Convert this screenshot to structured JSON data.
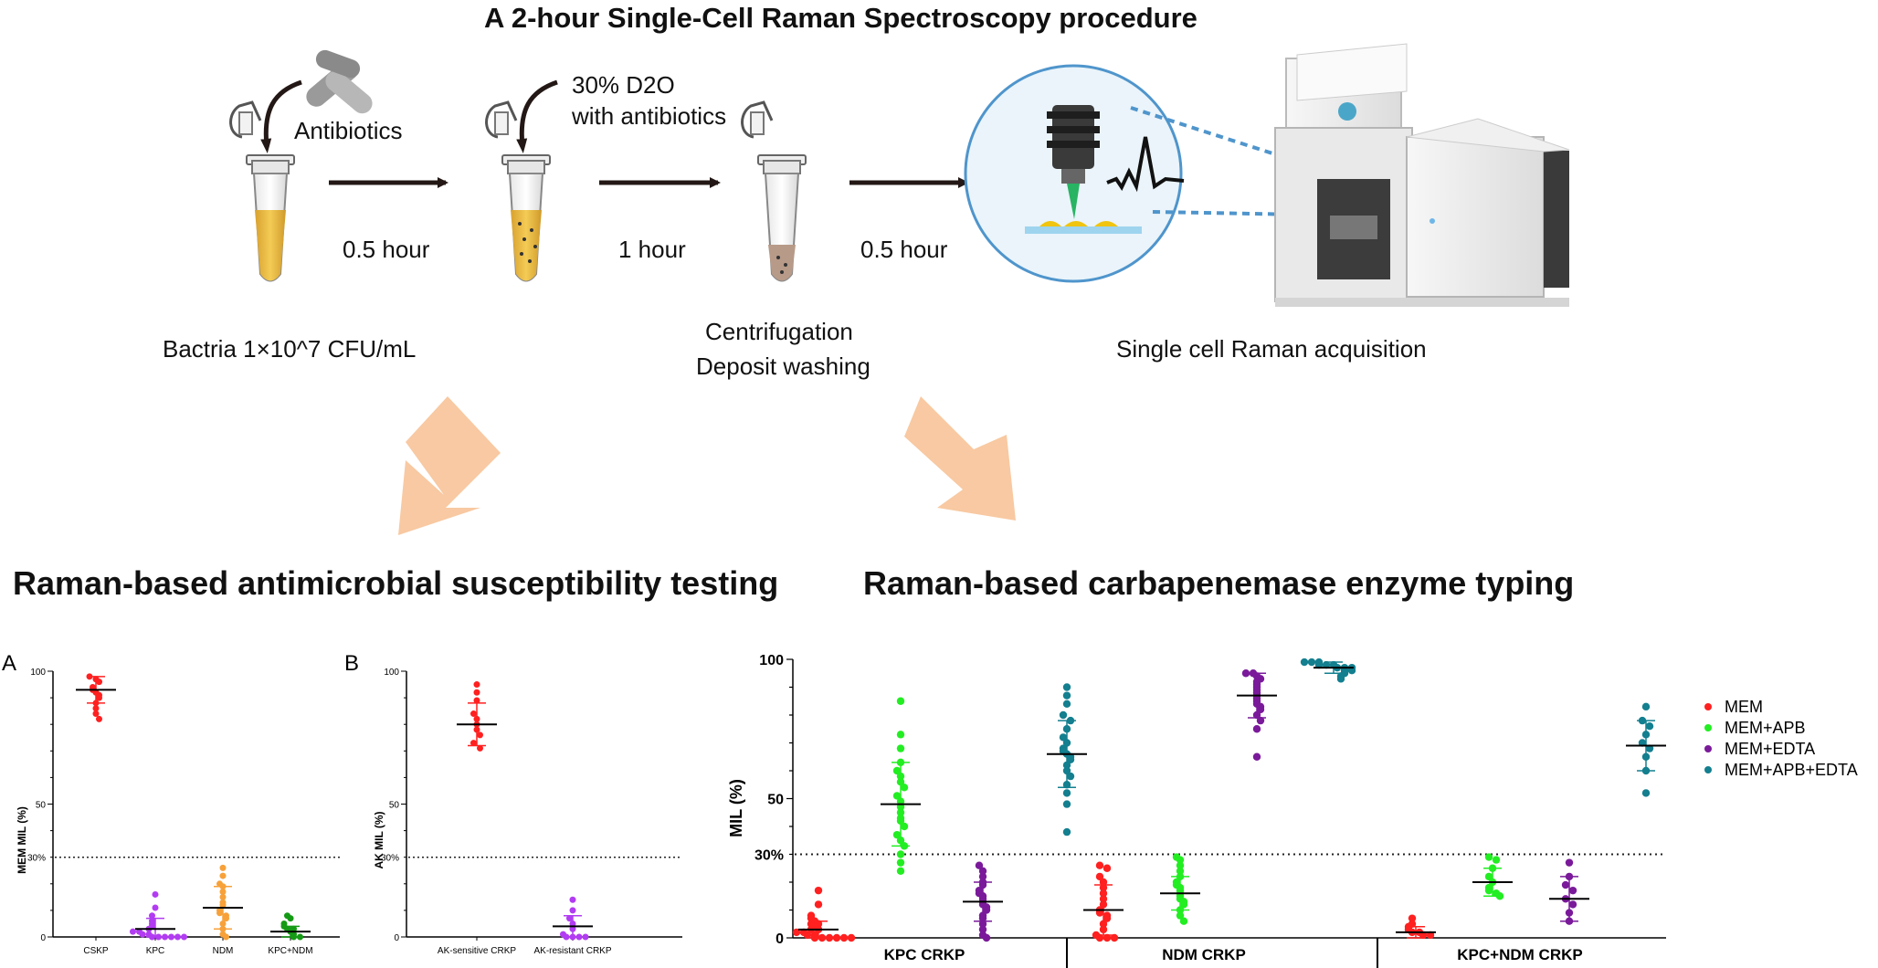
{
  "procedure": {
    "title": "A 2-hour Single-Cell Raman Spectroscopy procedure",
    "step1_reagent": "Antibiotics",
    "step2_reagent": [
      "30% D2O",
      "with antibiotics"
    ],
    "durations": [
      "0.5 hour",
      "1 hour",
      "0.5 hour"
    ],
    "sample_label": "Bactria 1×10^7 CFU/mL",
    "centrifuge_label": [
      "Centrifugation",
      "Deposit washing"
    ],
    "acquisition_label": "Single cell Raman acquisition"
  },
  "sections": {
    "left_title": "Raman-based antimicrobial susceptibility testing",
    "right_title": "Raman-based carbapenemase enzyme typing"
  },
  "colors": {
    "red": "#ff2020",
    "purple_light": "#b23cf2",
    "orange": "#f7a13a",
    "green_dark": "#159a15",
    "green_light": "#22ee22",
    "purple_dark": "#7a1a9a",
    "teal": "#137f8f",
    "arrow_fill": "#f8c9a2"
  },
  "chart_data": [
    {
      "type": "scatter",
      "panel_label": "A",
      "ylabel": "MEM MIL (%)",
      "yticks": [
        "0",
        "30%",
        "50",
        "100"
      ],
      "ylim": [
        0,
        100
      ],
      "threshold": 30,
      "categories": [
        "CSKP",
        "KPC",
        "NDM",
        "KPC+NDM"
      ],
      "series": [
        {
          "category": "CSKP",
          "color": "#ff2020",
          "values": [
            98,
            97,
            96,
            94,
            93,
            92,
            91,
            90,
            88,
            86,
            84,
            82
          ],
          "mean": 93,
          "sd": 5
        },
        {
          "category": "KPC",
          "color": "#b23cf2",
          "values": [
            16,
            11,
            8,
            6,
            5,
            4,
            3,
            2,
            2,
            1,
            1,
            0,
            0,
            0,
            0,
            0,
            0
          ],
          "mean": 3,
          "sd": 4
        },
        {
          "category": "NDM",
          "color": "#f7a13a",
          "values": [
            26,
            23,
            20,
            19,
            17,
            15,
            13,
            12,
            10,
            9,
            8,
            7,
            5,
            3,
            1,
            0
          ],
          "mean": 11,
          "sd": 8
        },
        {
          "category": "KPC+NDM",
          "color": "#159a15",
          "values": [
            8,
            7,
            5,
            4,
            3,
            3,
            2,
            1,
            0,
            0
          ],
          "mean": 2,
          "sd": 2
        }
      ]
    },
    {
      "type": "scatter",
      "panel_label": "B",
      "ylabel": "AK MIL (%)",
      "yticks": [
        "0",
        "30%",
        "50",
        "100"
      ],
      "ylim": [
        0,
        100
      ],
      "threshold": 30,
      "categories": [
        "AK-sensitive CRKP",
        "AK-resistant CRKP"
      ],
      "series": [
        {
          "category": "AK-sensitive CRKP",
          "color": "#ff2020",
          "values": [
            95,
            92,
            89,
            84,
            82,
            80,
            78,
            76,
            73,
            71
          ],
          "mean": 80,
          "sd": 8
        },
        {
          "category": "AK-resistant CRKP",
          "color": "#b23cf2",
          "values": [
            14,
            10,
            7,
            5,
            3,
            1,
            0,
            0,
            0,
            0
          ],
          "mean": 4,
          "sd": 4
        }
      ]
    },
    {
      "type": "scatter",
      "ylabel": "MIL (%)",
      "yticks": [
        "0",
        "30%",
        "50",
        "100"
      ],
      "ylim": [
        0,
        100
      ],
      "threshold": 30,
      "categories": [
        "KPC CRKP",
        "NDM CRKP",
        "KPC+NDM CRKP"
      ],
      "legend": [
        {
          "name": "MEM",
          "color": "#ff2020"
        },
        {
          "name": "MEM+APB",
          "color": "#22ee22"
        },
        {
          "name": "MEM+EDTA",
          "color": "#7a1a9a"
        },
        {
          "name": "MEM+APB+EDTA",
          "color": "#137f8f"
        }
      ],
      "groups": [
        {
          "category": "KPC CRKP",
          "series": [
            {
              "name": "MEM",
              "values": [
                17,
                12,
                8,
                7,
                6,
                5,
                5,
                4,
                3,
                3,
                2,
                2,
                1,
                1,
                0,
                0,
                0,
                0,
                0,
                0
              ],
              "mean": 3,
              "sd": 3
            },
            {
              "name": "MEM+APB",
              "values": [
                85,
                73,
                68,
                63,
                60,
                58,
                56,
                54,
                51,
                49,
                47,
                45,
                43,
                42,
                40,
                37,
                35,
                33,
                30,
                27,
                24
              ],
              "mean": 48,
              "sd": 15
            },
            {
              "name": "MEM+EDTA",
              "values": [
                26,
                24,
                22,
                20,
                19,
                17,
                16,
                15,
                14,
                13,
                12,
                11,
                10,
                8,
                7,
                5,
                3,
                1,
                0
              ],
              "mean": 13,
              "sd": 7
            },
            {
              "name": "MEM+APB+EDTA",
              "values": [
                90,
                87,
                84,
                80,
                78,
                75,
                72,
                70,
                68,
                67,
                66,
                65,
                64,
                62,
                60,
                58,
                55,
                52,
                48,
                38
              ],
              "mean": 66,
              "sd": 12
            }
          ]
        },
        {
          "category": "NDM CRKP",
          "series": [
            {
              "name": "MEM",
              "values": [
                26,
                25,
                22,
                20,
                18,
                16,
                14,
                12,
                10,
                9,
                8,
                7,
                5,
                3,
                1,
                0,
                0,
                0
              ],
              "mean": 10,
              "sd": 9
            },
            {
              "name": "MEM+APB",
              "values": [
                29,
                28,
                26,
                24,
                22,
                20,
                19,
                18,
                17,
                16,
                15,
                14,
                13,
                12,
                10,
                8,
                6
              ],
              "mean": 16,
              "sd": 6
            },
            {
              "name": "MEM+EDTA",
              "values": [
                95,
                95,
                94,
                93,
                92,
                91,
                90,
                89,
                88,
                87,
                86,
                85,
                84,
                83,
                82,
                80,
                78,
                75,
                65
              ],
              "mean": 87,
              "sd": 8
            },
            {
              "name": "MEM+APB+EDTA",
              "values": [
                99,
                99,
                99,
                98,
                98,
                98,
                97,
                97,
                97,
                96,
                96,
                95,
                94,
                93
              ],
              "mean": 97,
              "sd": 2
            }
          ]
        },
        {
          "category": "KPC+NDM CRKP",
          "series": [
            {
              "name": "MEM",
              "values": [
                7,
                5,
                4,
                3,
                2,
                2,
                1,
                1
              ],
              "mean": 2,
              "sd": 2
            },
            {
              "name": "MEM+APB",
              "values": [
                29,
                28,
                25,
                22,
                20,
                18,
                17,
                16,
                15
              ],
              "mean": 20,
              "sd": 5
            },
            {
              "name": "MEM+EDTA",
              "values": [
                27,
                22,
                19,
                17,
                14,
                12,
                9,
                6
              ],
              "mean": 14,
              "sd": 8
            },
            {
              "name": "MEM+APB+EDTA",
              "values": [
                83,
                78,
                76,
                73,
                70,
                68,
                65,
                60,
                52
              ],
              "mean": 69,
              "sd": 9
            }
          ]
        }
      ]
    }
  ]
}
